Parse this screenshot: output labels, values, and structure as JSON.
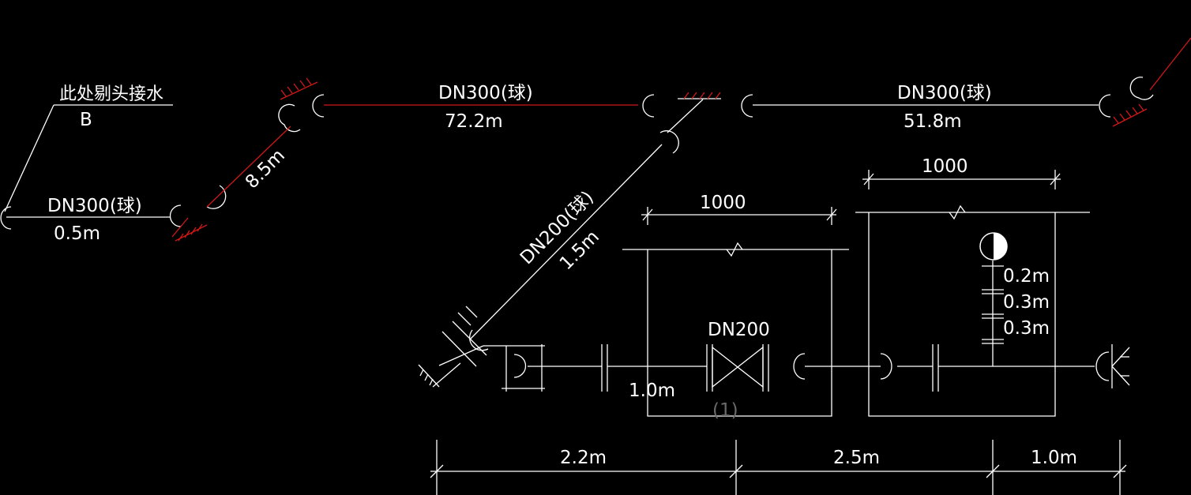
{
  "colors": {
    "background": "#000000",
    "line": "#ffffff",
    "accent": "#d01818",
    "faint": "#6a6a6a"
  },
  "labels": {
    "note_top": "此处剔头接水",
    "note_letter": "B",
    "pipe_left": "DN300(球)",
    "len_left": "0.5m",
    "len_diag_left": "8.5m",
    "pipe_top_mid": "DN300(球)",
    "len_top_mid": "72.2m",
    "pipe_top_right": "DN300(球)",
    "len_top_right": "51.8m",
    "pipe_diag_mid": "DN200(球)",
    "len_diag_mid": "1.5m",
    "box1_width": "1000",
    "box2_width": "1000",
    "valve_size": "DN200",
    "valve_mark": "(1)",
    "len_bottom_pipe": "1.0m",
    "stack_1": "0.2m",
    "stack_2": "0.3m",
    "stack_3": "0.3m",
    "dim_1": "2.2m",
    "dim_2": "2.5m",
    "dim_3": "1.0m"
  }
}
